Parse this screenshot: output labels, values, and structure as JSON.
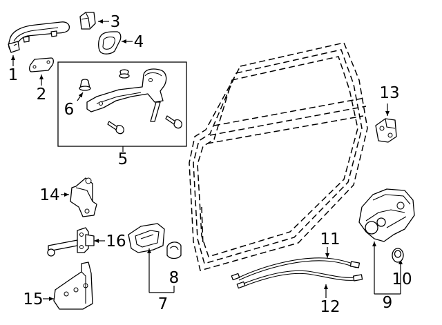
{
  "diagram": {
    "callouts": {
      "c1": "1",
      "c2": "2",
      "c3": "3",
      "c4": "4",
      "c5": "5",
      "c6": "6",
      "c7": "7",
      "c8": "8",
      "c9": "9",
      "c10": "10",
      "c11": "11",
      "c12": "12",
      "c13": "13",
      "c14": "14",
      "c15": "15",
      "c16": "16"
    },
    "colors": {
      "line": "#000000",
      "background": "#ffffff"
    },
    "icons": {
      "arrowhead": "arrowhead-icon"
    }
  }
}
